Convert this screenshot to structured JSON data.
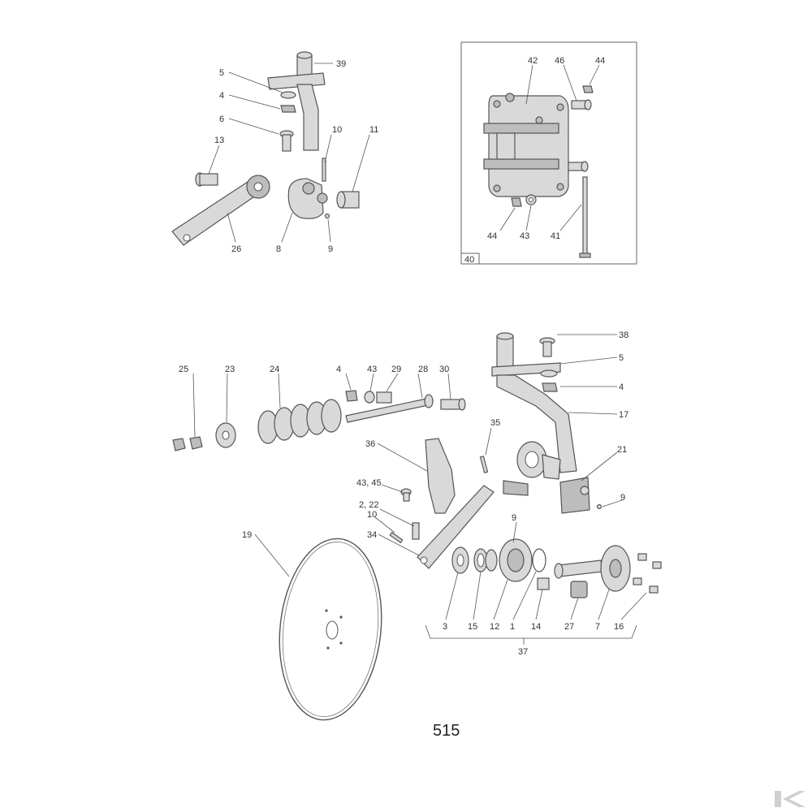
{
  "page_number": "515",
  "top_left_labels": [
    "39",
    "5",
    "4",
    "6",
    "10",
    "11",
    "13",
    "26",
    "8",
    "9"
  ],
  "inset": {
    "box_label": "40",
    "labels": [
      "42",
      "46",
      "44",
      "44",
      "43",
      "41"
    ]
  },
  "bottom_labels": [
    "38",
    "5",
    "4",
    "17",
    "21",
    "9",
    "25",
    "23",
    "24",
    "4",
    "43",
    "29",
    "28",
    "30",
    "35",
    "36",
    "43, 45",
    "2, 22",
    "10",
    "34",
    "9",
    "19",
    "3",
    "15",
    "12",
    "1",
    "14",
    "27",
    "7",
    "16",
    "37"
  ],
  "colors": {
    "ink": "#555555",
    "part_fill": "#d9d9d9",
    "logo": "#cfcfcf"
  }
}
